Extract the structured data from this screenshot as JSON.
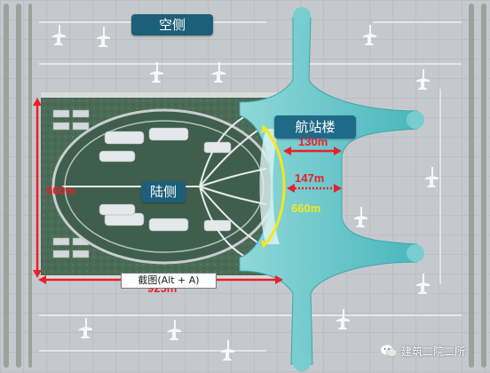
{
  "labels": {
    "airside": "空侧",
    "landside": "陆侧",
    "terminal": "航站楼"
  },
  "measurements": {
    "landside_height": "660m",
    "landside_width": "925m",
    "terminal_depth_a": "130m",
    "terminal_depth_b": "147m",
    "curb_arc_length": "660m"
  },
  "tooltip": "截图(Alt + A)",
  "watermark": "建筑二院二所",
  "colors": {
    "measure_line": "#e8202a",
    "arc_line": "#f4e81a",
    "terminal_roof": "#5cc3c6",
    "label_bg": "#1d5f79"
  }
}
